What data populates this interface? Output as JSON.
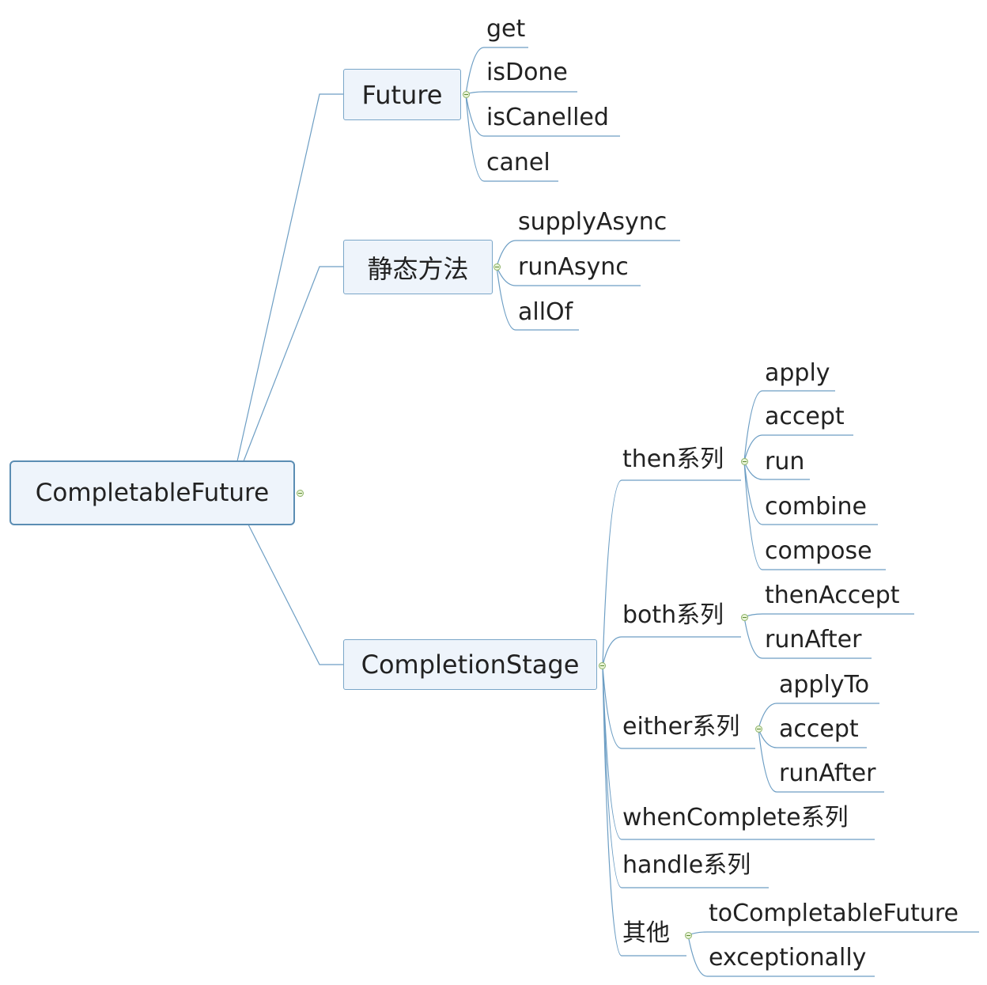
{
  "root": {
    "label": "CompletableFuture"
  },
  "future": {
    "label": "Future",
    "children": [
      "get",
      "isDone",
      "isCanelled",
      "canel"
    ]
  },
  "static": {
    "label": "静态方法",
    "children": [
      "supplyAsync",
      "runAsync",
      "allOf"
    ]
  },
  "stage": {
    "label": "CompletionStage",
    "then": {
      "label": "then系列",
      "children": [
        "apply",
        "accept",
        "run",
        "combine",
        "compose"
      ]
    },
    "both": {
      "label": "both系列",
      "children": [
        "thenAccept",
        "runAfter"
      ]
    },
    "either": {
      "label": "either系列",
      "children": [
        "applyTo",
        "accept",
        "runAfter"
      ]
    },
    "whenComplete": {
      "label": "whenComplete系列"
    },
    "handle": {
      "label": "handle系列"
    },
    "other": {
      "label": "其他",
      "children": [
        "toCompletableFuture",
        "exceptionally"
      ]
    }
  },
  "colors": {
    "line": "#6d9ec4",
    "box_fill": "#eef4fb",
    "toggle": "#8fb36a"
  }
}
